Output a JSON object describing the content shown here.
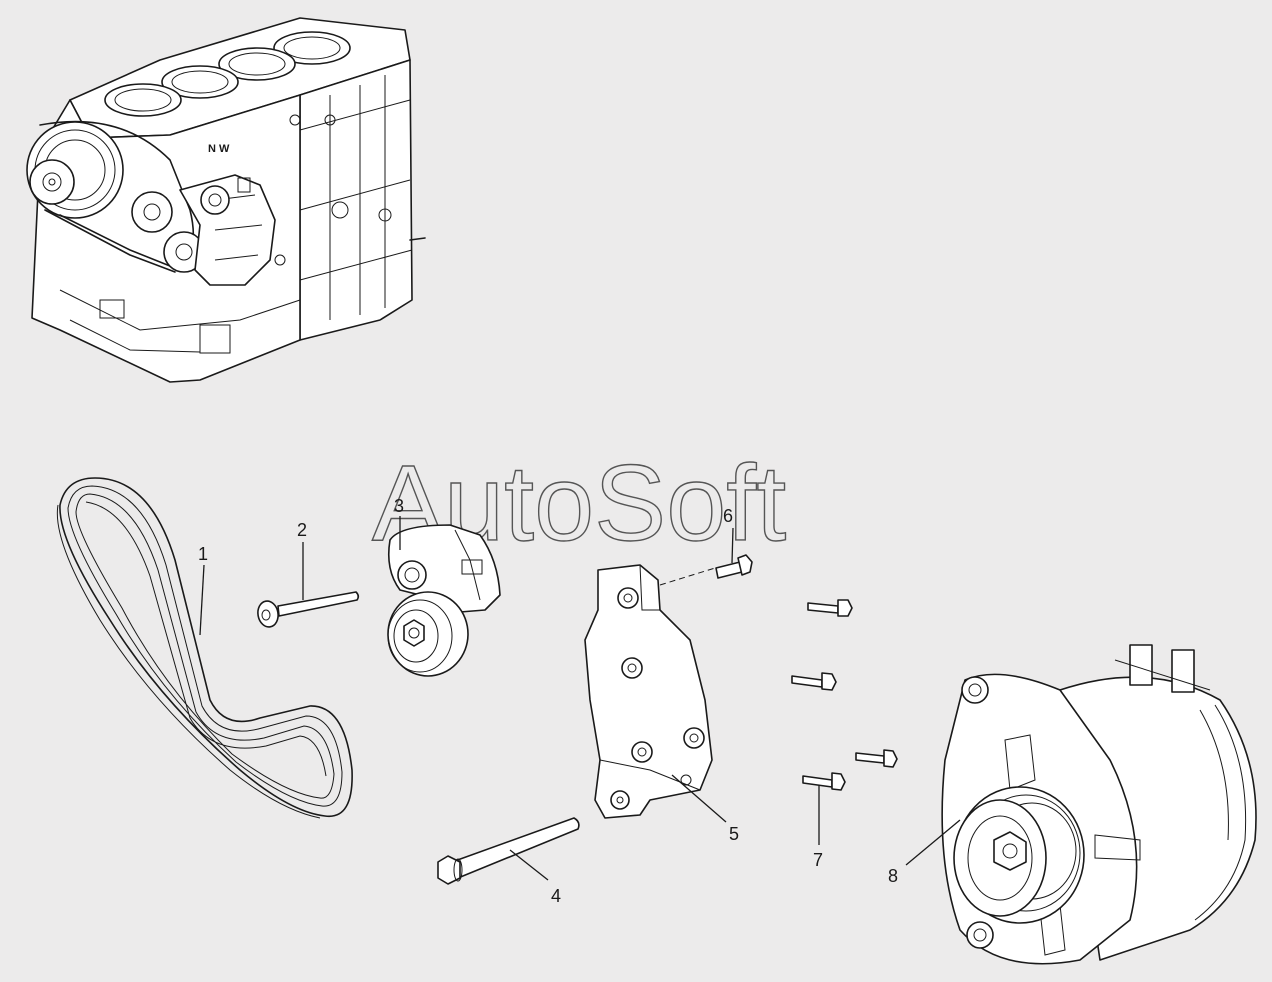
{
  "watermark": "AutoSoft",
  "callouts": [
    {
      "id": "1",
      "label": "1"
    },
    {
      "id": "2",
      "label": "2"
    },
    {
      "id": "3",
      "label": "3"
    },
    {
      "id": "4",
      "label": "4"
    },
    {
      "id": "5",
      "label": "5"
    },
    {
      "id": "6",
      "label": "6"
    },
    {
      "id": "7",
      "label": "7"
    },
    {
      "id": "8",
      "label": "8"
    }
  ],
  "engine_block_marks": "N W"
}
